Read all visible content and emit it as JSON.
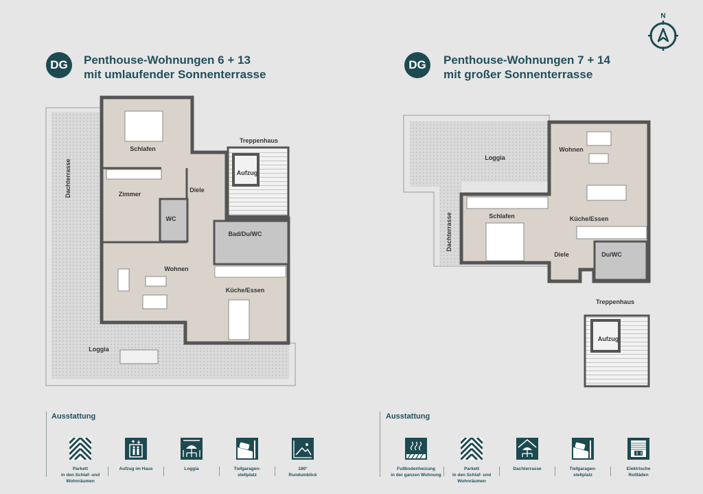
{
  "left": {
    "badge": "DG",
    "title_line1": "Penthouse-Wohnungen 6 + 13",
    "title_line2": "mit umlaufender Sonnenterrasse",
    "rooms": {
      "schlafen": "Schlafen",
      "zimmer": "Zimmer",
      "diele": "Diele",
      "wc": "WC",
      "bad": "Bad/Du/WC",
      "wohnen": "Wohnen",
      "kueche": "Küche/Essen",
      "treppenhaus": "Treppenhaus",
      "aufzug": "Aufzug",
      "dachterrasse": "Dachterrasse",
      "loggia": "Loggia"
    },
    "section_title": "Ausstattung",
    "features": [
      {
        "icon": "parquet-icon",
        "label": [
          "Parkett",
          "in den Schlaf- und",
          "Wohnräumen"
        ]
      },
      {
        "icon": "elevator-icon",
        "label": [
          "Aufzug im Haus"
        ]
      },
      {
        "icon": "loggia-icon",
        "label": [
          "Loggia"
        ]
      },
      {
        "icon": "garage-icon",
        "label": [
          "Tiefgaragen-",
          "stellplatz"
        ]
      },
      {
        "icon": "panorama-icon",
        "label": [
          "180°",
          "Rundumblick"
        ]
      }
    ]
  },
  "right": {
    "badge": "DG",
    "title_line1": "Penthouse-Wohnungen 7 + 14",
    "title_line2": "mit großer Sonnenterrasse",
    "rooms": {
      "wohnen": "Wohnen",
      "loggia": "Loggia",
      "schlafen": "Schlafen",
      "kueche": "Küche/Essen",
      "diele": "Diele",
      "duwc": "Du/WC",
      "dachterrasse": "Dachterrasse",
      "treppenhaus": "Treppenhaus",
      "aufzug": "Aufzug"
    },
    "section_title": "Ausstattung",
    "features": [
      {
        "icon": "floor-heating-icon",
        "label": [
          "Fußbodenheizung",
          "in der ganzen Wohnung"
        ]
      },
      {
        "icon": "parquet-icon",
        "label": [
          "Parkett",
          "in den Schlaf- und",
          "Wohnräumen"
        ]
      },
      {
        "icon": "roof-terrace-icon",
        "label": [
          "Dachterrasse"
        ]
      },
      {
        "icon": "garage-icon",
        "label": [
          "Tiefgaragen-",
          "stellplatz"
        ]
      },
      {
        "icon": "shutter-icon",
        "label": [
          "Elektrische",
          "Rollläden"
        ]
      }
    ]
  },
  "compass": {
    "label": "N"
  },
  "colors": {
    "accent": "#1d4a50",
    "background": "#e6e6e6",
    "room": "#d9d3cb",
    "wet": "#c6c6c6",
    "wall": "#555555"
  }
}
